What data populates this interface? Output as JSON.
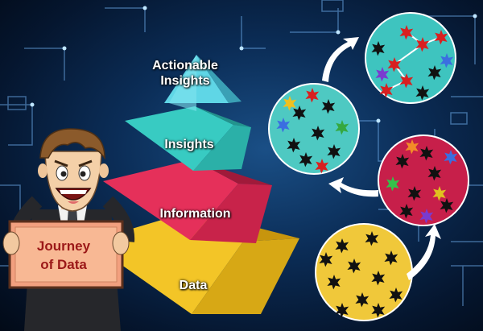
{
  "diagram": {
    "levels": [
      {
        "id": "data",
        "label": "Data",
        "color": "#f0c020"
      },
      {
        "id": "information",
        "label": "Information",
        "color": "#de2f55"
      },
      {
        "id": "insights",
        "label": "Insights",
        "color": "#33c8bf"
      },
      {
        "id": "actionable",
        "label_line1": "Actionable",
        "label_line2": "Insights",
        "color": "#55cfe0"
      }
    ],
    "sign": {
      "line1": "Journey",
      "line2": "of Data"
    },
    "circles": [
      {
        "id": "yellow",
        "fill": "#f0c83a"
      },
      {
        "id": "crimson",
        "fill": "#c71f4a"
      },
      {
        "id": "teal-left",
        "fill": "#4ec9c2"
      },
      {
        "id": "teal-top",
        "fill": "#3ec4bf"
      }
    ]
  }
}
